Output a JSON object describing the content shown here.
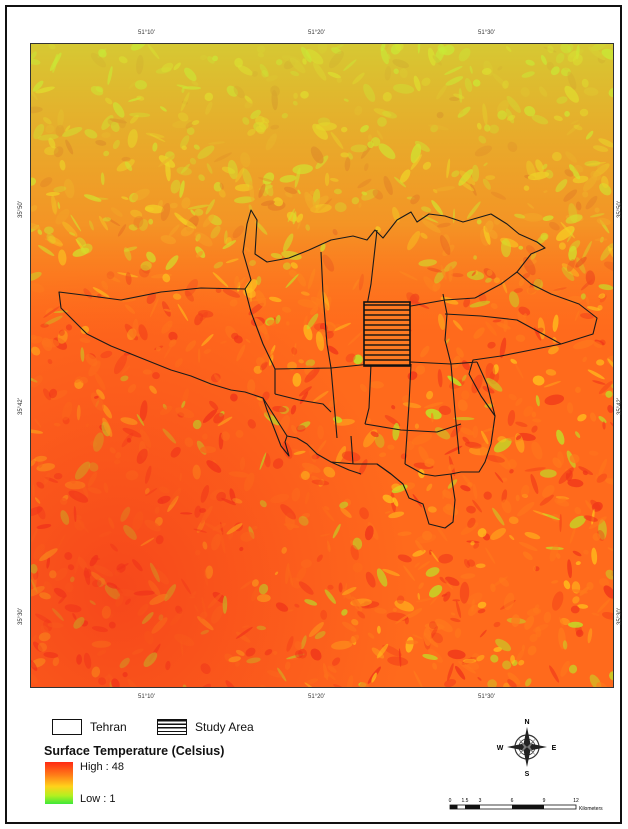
{
  "map": {
    "top_ticks": [
      "51°10'",
      "51°20'",
      "51°30'"
    ],
    "bottom_ticks": [
      "51°10'",
      "51°20'",
      "51°30'"
    ],
    "left_ticks": [
      "35°50'",
      "35°42'",
      "35°30'"
    ],
    "right_ticks": [
      "35°50'",
      "35°42'",
      "35°30'"
    ]
  },
  "legend": {
    "tehran_label": "Tehran",
    "study_area_label": "Study Area",
    "title": "Surface Temperature (Celsius)",
    "high_label": "High : 48",
    "low_label": "Low : 1",
    "colors": {
      "high": "#ff2a14",
      "mid": "#ffd21a",
      "low": "#3ee83a"
    }
  },
  "north_arrow": {
    "n": "N",
    "s": "S",
    "e": "E",
    "w": "W"
  },
  "scale_bar": {
    "ticks": [
      "0",
      "1.5",
      "3",
      "6",
      "9",
      "12"
    ],
    "unit": "Kilometers"
  }
}
